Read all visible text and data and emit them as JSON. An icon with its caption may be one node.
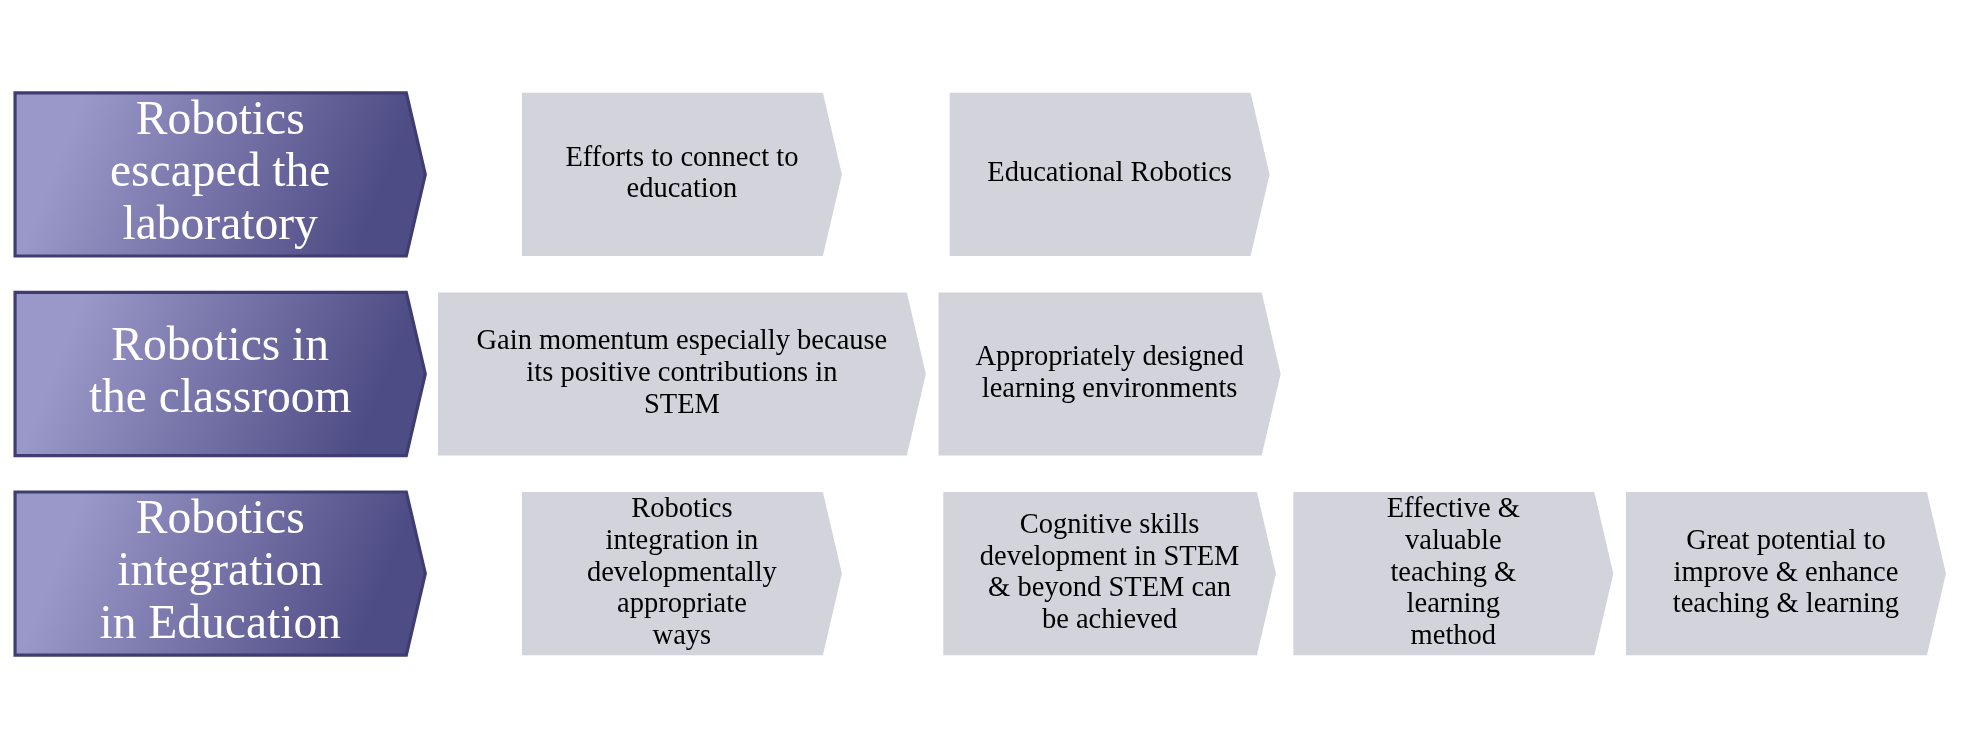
{
  "diagram": {
    "nodes": [
      {
        "text": [
          "Robotics escaped the laboratory"
        ]
      },
      {
        "text": [
          "Efforts to connect to education"
        ]
      },
      {
        "text": [
          "Educational Robotics"
        ]
      },
      {
        "text": [
          "Robotics in the classroom"
        ]
      },
      {
        "text": [
          "Gain momentum especially because its positive contributions in STEM"
        ]
      },
      {
        "text": [
          "Appropriately designed learning environments"
        ]
      },
      {
        "text": [
          "Robotics integration in Education"
        ]
      },
      {
        "text": [
          "Robotics integration in developmentally appropriate ways"
        ]
      },
      {
        "text": [
          "Cognitive skills development in STEM & beyond STEM can be achieved"
        ]
      },
      {
        "text": [
          "Effective & valuable teaching & learning method"
        ]
      },
      {
        "text": [
          "Great potential to improve & enhance teaching & learning"
        ]
      }
    ]
  }
}
